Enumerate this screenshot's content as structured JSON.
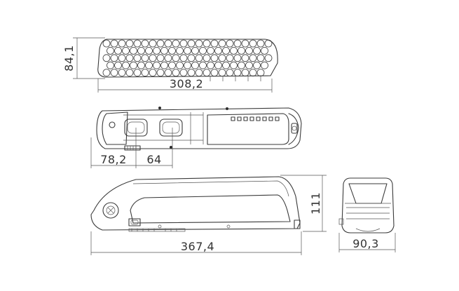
{
  "dimensions": {
    "pack_height": "84,1",
    "pack_length": "308,2",
    "left_offset": "78,2",
    "slot_spacing": "64",
    "battery_height": "111",
    "battery_length": "367,4",
    "battery_width": "90,3"
  },
  "cell_grid": {
    "columns": 22,
    "rows": 5
  },
  "indicator_leds": 8
}
